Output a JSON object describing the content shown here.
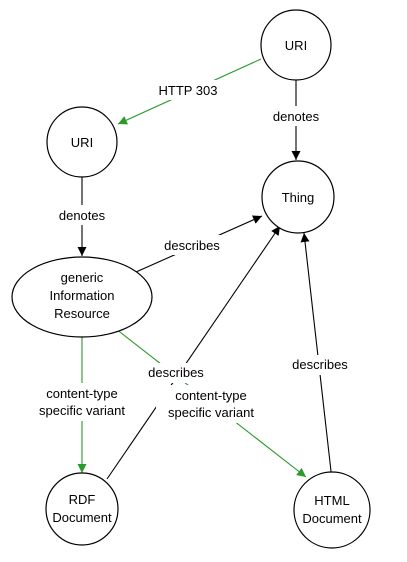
{
  "colors": {
    "node_stroke": "#000000",
    "black_edge": "#000000",
    "green_edge": "#2a9a2a"
  },
  "nodes": {
    "uri_top": {
      "lines": [
        "URI"
      ]
    },
    "uri_left": {
      "lines": [
        "URI"
      ]
    },
    "thing": {
      "lines": [
        "Thing"
      ]
    },
    "generic_resource": {
      "lines": [
        "generic",
        "Information",
        "Resource"
      ]
    },
    "rdf_document": {
      "lines": [
        "RDF",
        "Document"
      ]
    },
    "html_document": {
      "lines": [
        "HTML",
        "Document"
      ]
    }
  },
  "edges": [
    {
      "id": "http-303",
      "from": "uri_top",
      "to": "uri_left",
      "color": "green",
      "label_lines": [
        "HTTP 303"
      ]
    },
    {
      "id": "denotes-top",
      "from": "uri_top",
      "to": "thing",
      "color": "black",
      "label_lines": [
        "denotes"
      ]
    },
    {
      "id": "denotes-left",
      "from": "uri_left",
      "to": "generic_resource",
      "color": "black",
      "label_lines": [
        "denotes"
      ]
    },
    {
      "id": "describes-generic",
      "from": "generic_resource",
      "to": "thing",
      "color": "black",
      "label_lines": [
        "describes"
      ]
    },
    {
      "id": "content-type-rdf",
      "from": "generic_resource",
      "to": "rdf_document",
      "color": "green",
      "label_lines": [
        "content-type",
        "specific variant"
      ]
    },
    {
      "id": "content-type-html",
      "from": "generic_resource",
      "to": "html_document",
      "color": "green",
      "label_lines": [
        "content-type",
        "specific variant"
      ]
    },
    {
      "id": "describes-rdf",
      "from": "rdf_document",
      "to": "thing",
      "color": "black",
      "label_lines": [
        "describes"
      ]
    },
    {
      "id": "describes-html",
      "from": "html_document",
      "to": "thing",
      "color": "black",
      "label_lines": [
        "describes"
      ]
    }
  ]
}
